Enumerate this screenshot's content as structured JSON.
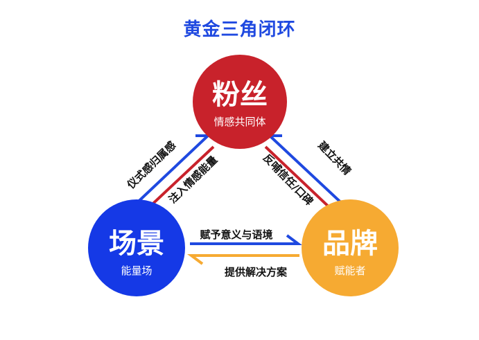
{
  "title": "黄金三角闭环",
  "nodes": {
    "fans": {
      "title": "粉丝",
      "subtitle": "情感共同体"
    },
    "scene": {
      "title": "场景",
      "subtitle": "能量场"
    },
    "brand": {
      "title": "品牌",
      "subtitle": "赋能者"
    }
  },
  "edges": {
    "scene_to_fans": "仪式感归属感",
    "fans_to_scene": "注入情感能量",
    "fans_to_brand": "反哺信任/口碑",
    "brand_to_fans": "建立共情",
    "scene_to_brand": "赋予意义与语境",
    "brand_to_scene": "提供解决方案"
  },
  "colors": {
    "title": "#1f49e0",
    "fans": "#c8222b",
    "scene": "#1539e6",
    "brand": "#f6aa32",
    "blue_arrow": "#1f49e0",
    "red_arrow": "#c8222b",
    "orange_arrow": "#f6aa32"
  }
}
